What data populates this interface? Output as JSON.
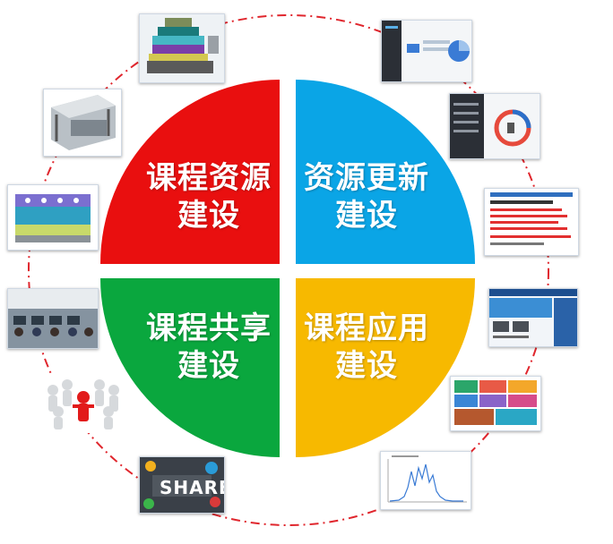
{
  "quadrants": [
    {
      "id": "top-left",
      "line1": "课程资源",
      "line2": "建设",
      "color": "#e90f0f"
    },
    {
      "id": "top-right",
      "line1": "资源更新",
      "line2": "建设",
      "color": "#0aa5e6"
    },
    {
      "id": "bottom-left",
      "line1": "课程共享",
      "line2": "建设",
      "color": "#0aa73e"
    },
    {
      "id": "bottom-right",
      "line1": "课程应用",
      "line2": "建设",
      "color": "#f7b900"
    }
  ],
  "thumbnails": {
    "share_text": "SHARE"
  },
  "ring_color": "#e0262d"
}
